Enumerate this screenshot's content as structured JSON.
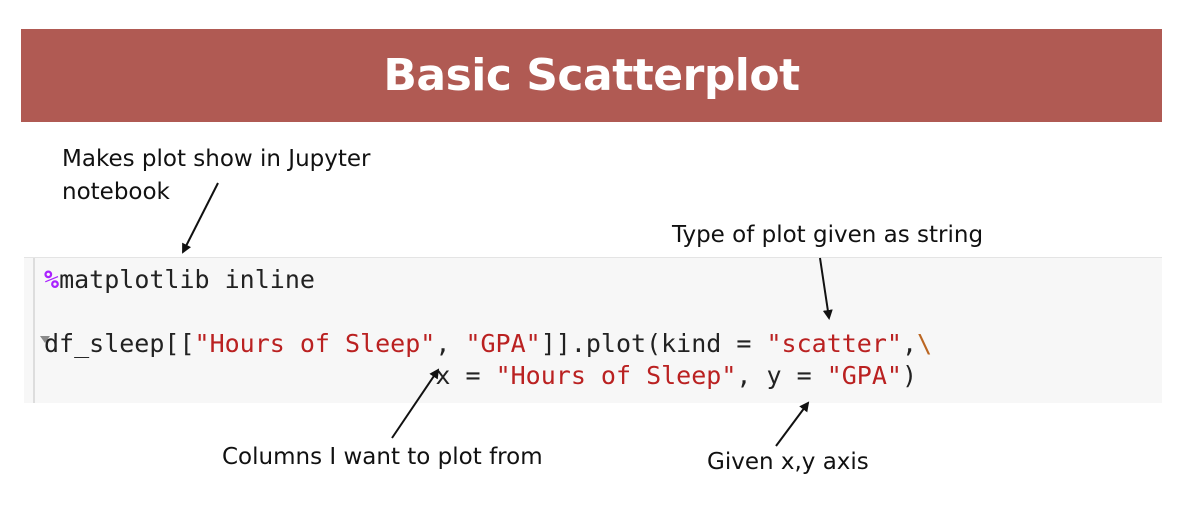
{
  "title": "Basic Scatterplot",
  "annotations": {
    "jupyter_line1": "Makes plot show in Jupyter",
    "jupyter_line2": "notebook",
    "plot_type": "Type of plot given as string",
    "columns": "Columns I want to plot from",
    "axis": "Given x,y axis"
  },
  "code": {
    "line1_magic": "%",
    "line1_rest": "matplotlib inline",
    "line2_a": "df_sleep[[",
    "line2_s1": "\"Hours of Sleep\"",
    "line2_b": ", ",
    "line2_s2": "\"GPA\"",
    "line2_c": "]].plot(kind = ",
    "line2_s3": "\"scatter\"",
    "line2_d": ",",
    "line2_escape": "\\",
    "line3_indent": "                          ",
    "line3_a": "x = ",
    "line3_s1": "\"Hours of Sleep\"",
    "line3_b": ", y = ",
    "line3_s2": "\"GPA\"",
    "line3_c": ")"
  },
  "colors": {
    "banner": "#b05a53",
    "string": "#ba2121",
    "magic": "#aa22ff"
  }
}
